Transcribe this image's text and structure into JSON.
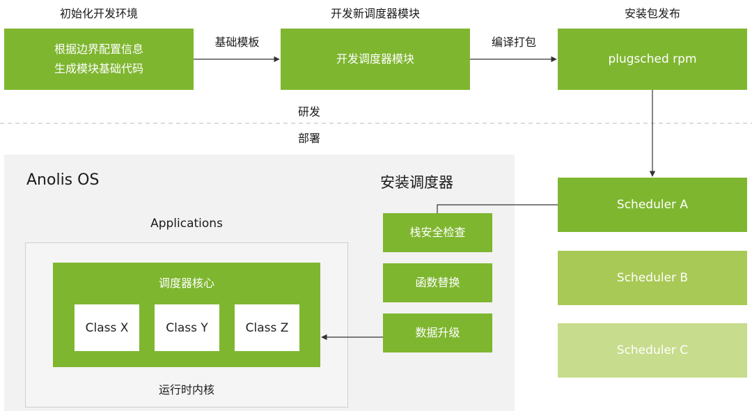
{
  "top": {
    "stage1_title": "初始化开发环境",
    "stage2_title": "开发新调度器模块",
    "stage3_title": "安装包发布",
    "box1_line1": "根据边界配置信息",
    "box1_line2": "生成模块基础代码",
    "box2_label": "开发调度器模块",
    "box3_label": "plugsched rpm",
    "arrow1_label": "基础模板",
    "arrow2_label": "编译打包"
  },
  "divider": {
    "above_label": "研发",
    "below_label": "部署"
  },
  "deploy": {
    "os_title": "Anolis OS",
    "install_title": "安装调度器",
    "steps": [
      "栈安全检查",
      "函数替换",
      "数据升级"
    ],
    "applications_label": "Applications",
    "core_title": "调度器核心",
    "classes": [
      "Class X",
      "Class Y",
      "Class Z"
    ],
    "kernel_label": "运行时内核"
  },
  "schedulers": [
    "Scheduler A",
    "Scheduler B",
    "Scheduler C"
  ],
  "colors": {
    "green": "#7fb630",
    "green_light": "#a8c955",
    "green_lighter": "#c7dc8c",
    "panel_bg": "#f2f2f2"
  }
}
